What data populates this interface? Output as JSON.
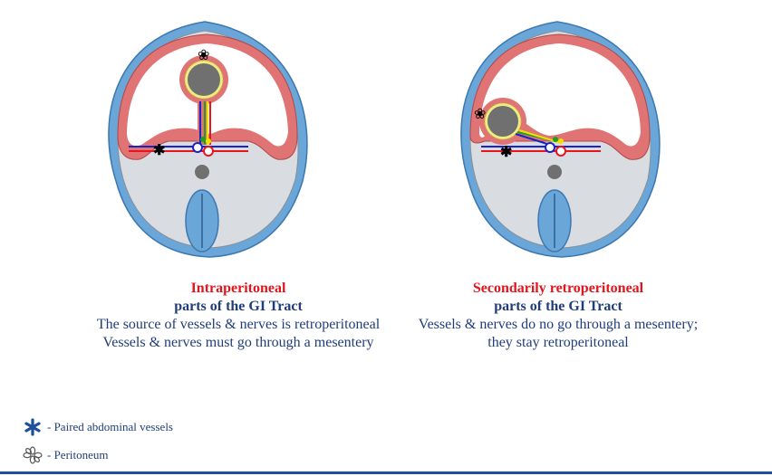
{
  "captions": {
    "left": {
      "title": "Intraperitoneal",
      "subtitle": "parts of the GI Tract",
      "line1": "The source of vessels & nerves is retroperitoneal",
      "line2": "Vessels & nerves must go through a mesentery"
    },
    "right": {
      "title": "Secondarily retroperitoneal",
      "subtitle": "parts of the GI Tract",
      "line1": "Vessels & nerves do no go through a mesentery;",
      "line2": "they stay retroperitoneal"
    }
  },
  "legend": {
    "vessels": "- Paired abdominal vessels",
    "peritoneum": "- Peritoneum"
  },
  "colors": {
    "skin": "#6aa6d8",
    "peritoneum": "#e07474",
    "body_wall": "#d9dde2",
    "gut": "#707070",
    "artery": "#e8141e",
    "vein": "#1a22c8",
    "nerve": "#f0e000",
    "lymph": "#20a020",
    "title_red": "#e0151e",
    "text_blue": "#1f3d7a"
  }
}
